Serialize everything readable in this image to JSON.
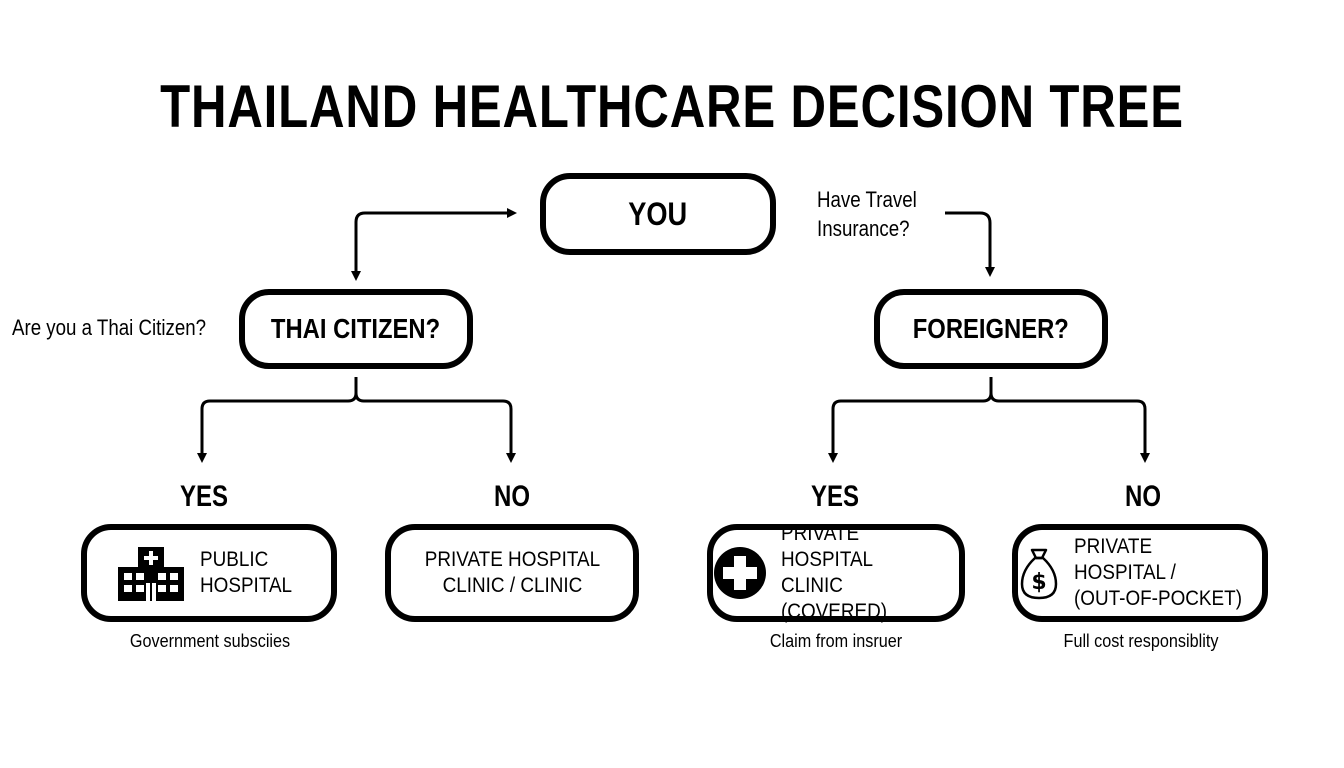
{
  "title": "THAILAND HEALTHCARE DECISION TREE",
  "nodes": {
    "you": "YOU",
    "thai_citizen": "THAI CITIZEN?",
    "foreigner": "FOREIGNER?"
  },
  "questions": {
    "left": "Are you a Thai Citizen?",
    "right": "Have Travel\nInsurance?"
  },
  "branches": {
    "thai_yes": "YES",
    "thai_no": "NO",
    "foreigner_yes": "YES",
    "foreigner_no": "NO"
  },
  "outcomes": [
    {
      "text": "PUBLIC\nHOSPITAL",
      "icon": "hospital-building-icon",
      "caption": "Government subsciies"
    },
    {
      "text": "PRIVATE HOSPITAL\nCLINIC / CLINIC",
      "icon": "",
      "caption": ""
    },
    {
      "text": "PRIVATE HOSPITAL\nCLINIC (COVERED)",
      "icon": "medical-cross-icon",
      "caption": "Claim from insruer"
    },
    {
      "text": "PRIVATE HOSPITAL /\n(OUT-OF-POCKET)",
      "icon": "money-bag-icon",
      "caption": "Full cost responsiblity"
    }
  ],
  "colors": {
    "line": "#000000",
    "background": "#ffffff"
  }
}
